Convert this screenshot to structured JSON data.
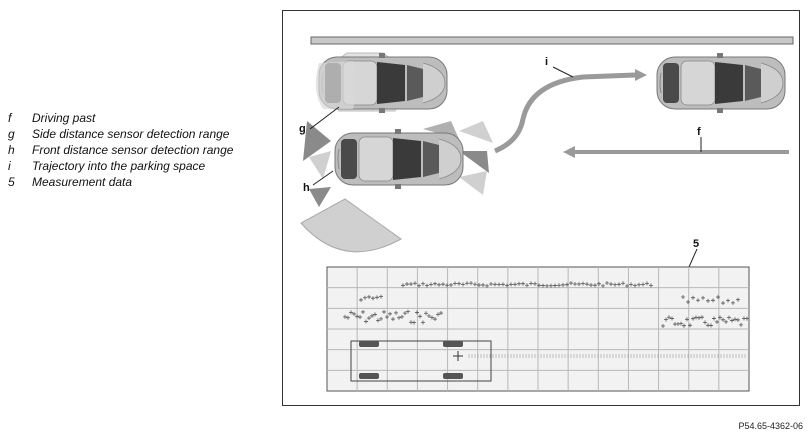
{
  "legend": [
    {
      "key": "f",
      "text": "Driving past"
    },
    {
      "key": "g",
      "text": "Side distance sensor detection range"
    },
    {
      "key": "h",
      "text": "Front distance sensor detection range"
    },
    {
      "key": "i",
      "text": "Trajectory into the parking space"
    },
    {
      "key": "5",
      "text": "Measurement data"
    }
  ],
  "callouts": {
    "f": "f",
    "g": "g",
    "h": "h",
    "i": "i",
    "five": "5"
  },
  "reference_code": "P54.65-4362-06",
  "colors": {
    "frame": "#333333",
    "curb": "#c8c8c8",
    "car_body": "#bdbdbd",
    "sensor_light": "#d0d0d0",
    "sensor_dark": "#8a8a8a",
    "trajectory": "#9a9a9a",
    "grid_bg": "#f2f2f2",
    "grid_line": "#b8b8b8",
    "wheel": "#555555"
  },
  "icons": [
    "car-icon",
    "arrow-right-icon",
    "arrow-left-icon",
    "cross-marker-icon"
  ]
}
